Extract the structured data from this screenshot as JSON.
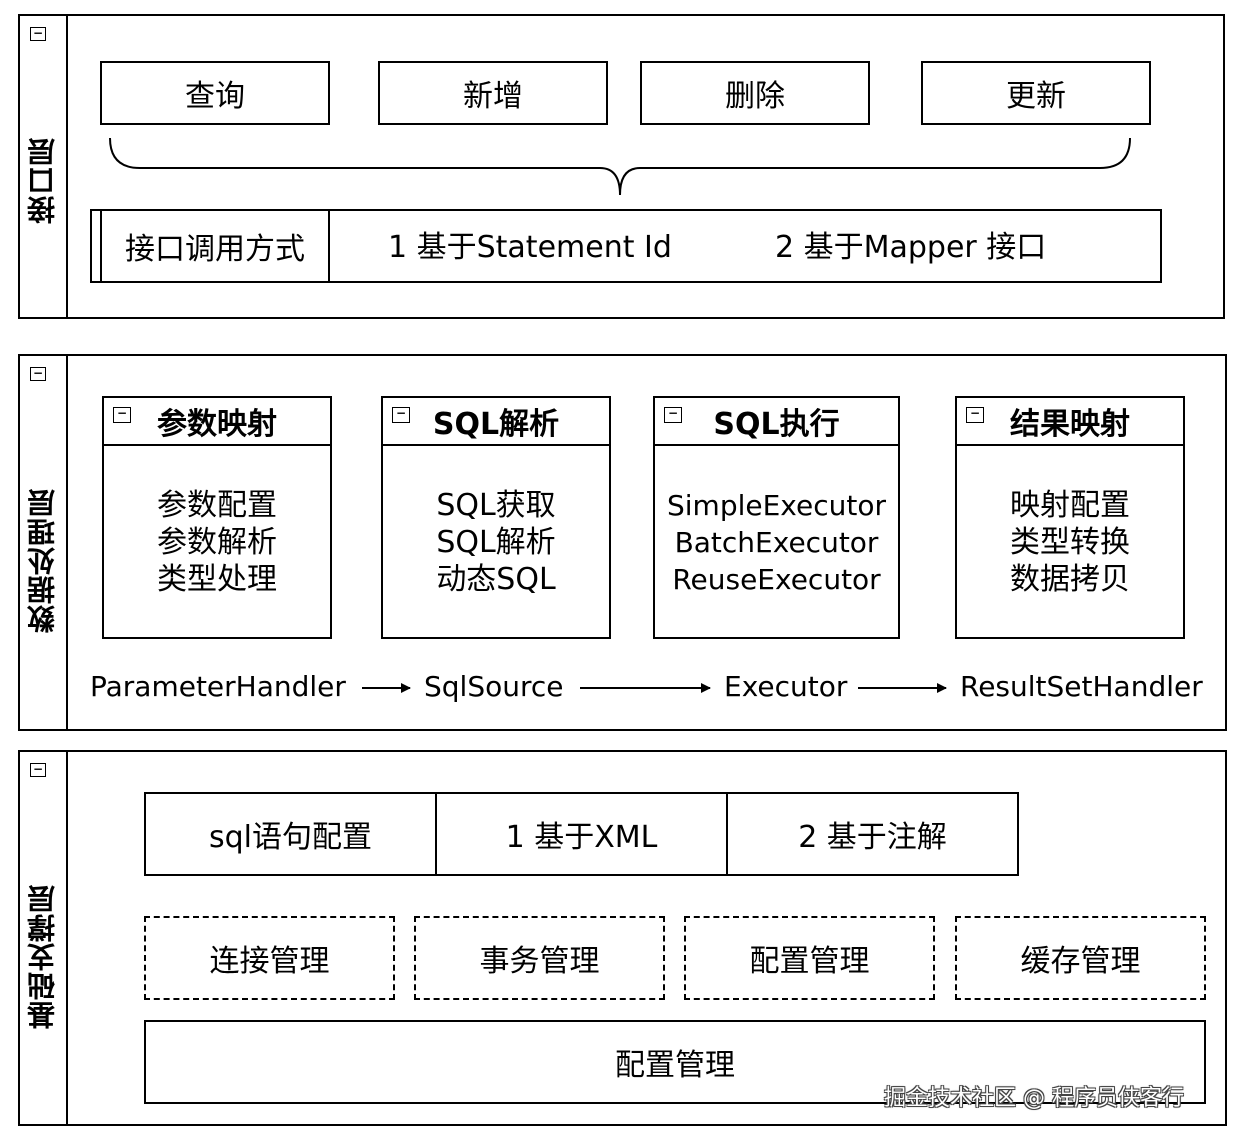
{
  "interface_layer": {
    "title": "接口层",
    "operations": [
      "查询",
      "新增",
      "删除",
      "更新"
    ],
    "call_method_label": "接口调用方式",
    "call_method_1": "1 基于Statement Id",
    "call_method_2": "2 基于Mapper 接口"
  },
  "data_layer": {
    "title": "数据处理层",
    "modules": [
      {
        "title": "参数映射",
        "items": [
          "参数配置",
          "参数解析",
          "类型处理"
        ]
      },
      {
        "title": "SQL解析",
        "items": [
          "SQL获取",
          "SQL解析",
          "动态SQL"
        ]
      },
      {
        "title": "SQL执行",
        "items": [
          "SimpleExecutor",
          "BatchExecutor",
          "ReuseExecutor"
        ]
      },
      {
        "title": "结果映射",
        "items": [
          "映射配置",
          "类型转换",
          "数据拷贝"
        ]
      }
    ],
    "flow": [
      "ParameterHandler",
      "SqlSource",
      "Executor",
      "ResultSetHandler"
    ]
  },
  "foundation_layer": {
    "title": "基础支撑层",
    "sql_config": [
      "sql语句配置",
      "1 基于XML",
      "2 基于注解"
    ],
    "services": [
      "连接管理",
      "事务管理",
      "配置管理",
      "缓存管理"
    ],
    "bottom": "配置管理"
  },
  "collapse_symbol": "−",
  "watermark": "掘金技术社区 @ 程序员侠客行"
}
